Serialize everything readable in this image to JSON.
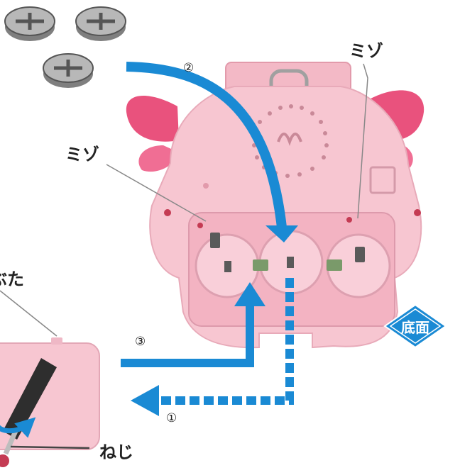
{
  "labels": {
    "groove_right": "ミゾ",
    "groove_left": "ミゾ",
    "screw": "ねじ",
    "bottom_badge": "底面",
    "lid_label_partial": "ぶた"
  },
  "steps": {
    "step1": "①",
    "step2": "②",
    "step3": "③"
  },
  "colors": {
    "arrow": "#1a8ad4",
    "body": "#f7c6d1",
    "wing": "#e9527d",
    "coin": "#9c9c9c",
    "badge": "#1a8ad4"
  },
  "icons": {
    "battery": "coin-battery-icon",
    "screwdriver": "screwdriver-icon",
    "rotate": "rotate-arrow-icon"
  }
}
